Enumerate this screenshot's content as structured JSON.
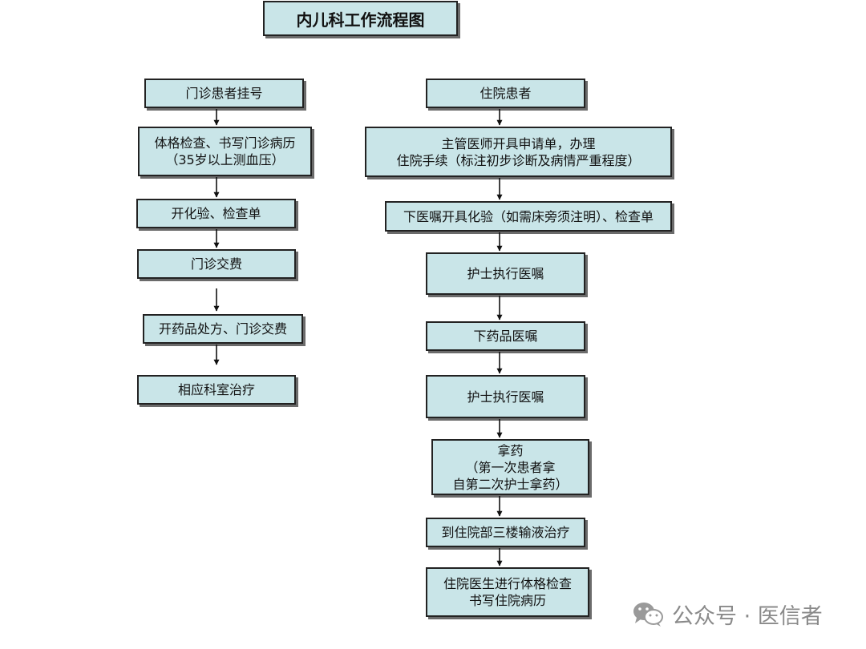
{
  "title": "内儿科工作流程图",
  "outpatient": {
    "steps": [
      {
        "lines": [
          "门诊患者挂号"
        ]
      },
      {
        "lines": [
          "体格检查、书写门诊病历",
          "（35岁以上测血压）"
        ]
      },
      {
        "lines": [
          "开化验、检查单"
        ]
      },
      {
        "lines": [
          "门诊交费"
        ]
      },
      {
        "lines": [
          "开药品处方、门诊交费"
        ]
      },
      {
        "lines": [
          "相应科室治疗"
        ]
      }
    ]
  },
  "inpatient": {
    "steps": [
      {
        "lines": [
          "住院患者"
        ]
      },
      {
        "lines": [
          "主管医师开具申请单，办理",
          "住院手续（标注初步诊断及病情严重程度）"
        ]
      },
      {
        "lines": [
          "下医嘱开具化验（如需床旁须注明）、检查单"
        ]
      },
      {
        "lines": [
          "护士执行医嘱"
        ]
      },
      {
        "lines": [
          "下药品医嘱"
        ]
      },
      {
        "lines": [
          "护士执行医嘱"
        ]
      },
      {
        "lines": [
          "拿药",
          "（第一次患者拿",
          "自第二次护士拿药）"
        ]
      },
      {
        "lines": [
          "到住院部三楼输液治疗"
        ]
      },
      {
        "lines": [
          "住院医生进行体格检查",
          "书写住院病历"
        ]
      }
    ]
  },
  "watermark": {
    "text": "公众号 · 医信者",
    "icon": "wechat-icon"
  },
  "colors": {
    "box_fill": "#c9e5e8",
    "border": "#222222",
    "shadow": "#6b6b6b",
    "watermark": "#8a8a8a"
  }
}
